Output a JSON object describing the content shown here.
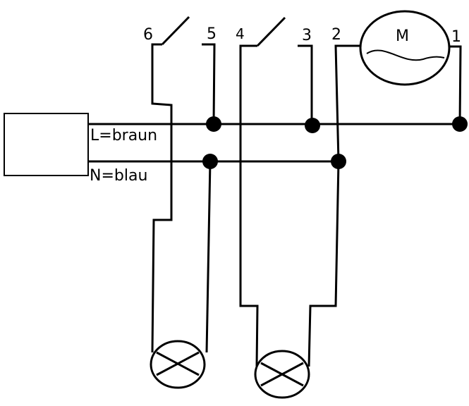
{
  "supply": {
    "line_label": "L=braun",
    "neutral_label": "N=blau"
  },
  "terminals": {
    "t1": "1",
    "t2": "2",
    "t3": "3",
    "t4": "4",
    "t5": "5",
    "t6": "6"
  },
  "motor": {
    "label": "M"
  },
  "colors": {
    "ink": "#000000",
    "background": "#ffffff"
  }
}
